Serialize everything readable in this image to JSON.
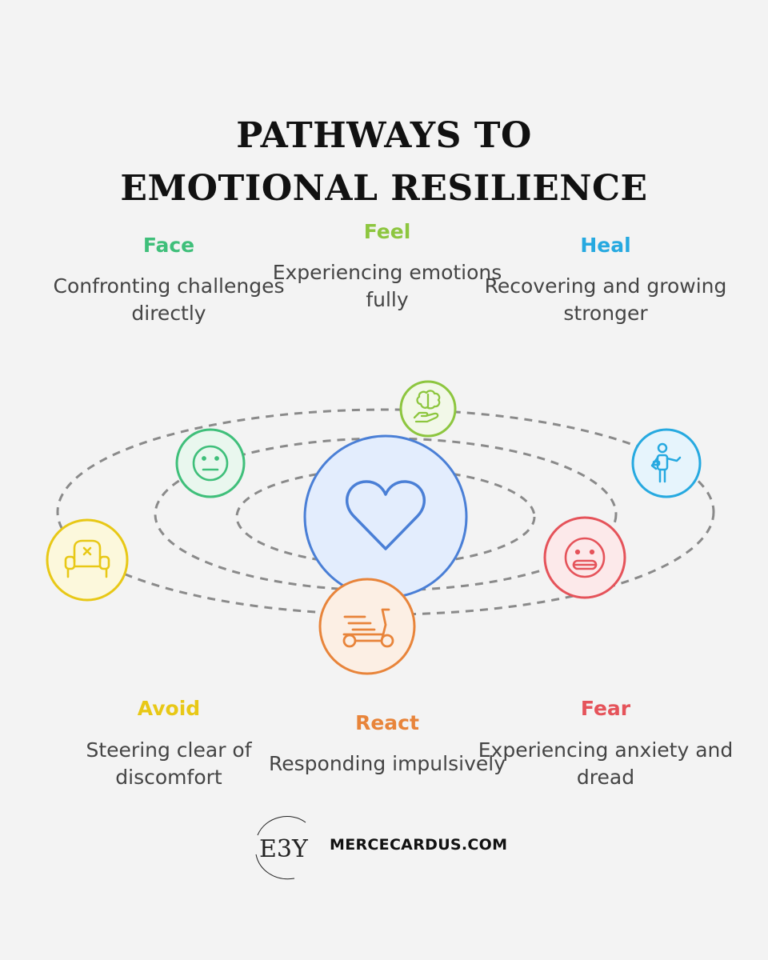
{
  "title": {
    "line1": "PATHWAYS TO",
    "line2": "EMOTIONAL RESILIENCE"
  },
  "colors": {
    "face": "#3fbf7a",
    "feel": "#8dc63f",
    "heal": "#26a9e0",
    "avoid": "#e8c816",
    "react": "#e8843a",
    "fear": "#e5535a",
    "center": "#4a7fd6"
  },
  "nodes": {
    "face": {
      "label": "Face",
      "desc": "Confronting challenges directly",
      "icon": "neutral-face-icon"
    },
    "feel": {
      "label": "Feel",
      "desc": "Experiencing emotions fully",
      "icon": "brain-in-hand-icon"
    },
    "heal": {
      "label": "Heal",
      "desc": "Recovering and growing stronger",
      "icon": "person-with-bandage-icon"
    },
    "avoid": {
      "label": "Avoid",
      "desc": "Steering clear of discomfort",
      "icon": "armchair-icon"
    },
    "react": {
      "label": "React",
      "desc": "Responding impulsively",
      "icon": "scooter-icon"
    },
    "fear": {
      "label": "Fear",
      "desc": "Experiencing anxiety and dread",
      "icon": "grimacing-face-icon"
    }
  },
  "center": {
    "icon": "heart-icon"
  },
  "brand": {
    "logo_text": "E3Y",
    "url": "MERCECARDUS.COM"
  }
}
